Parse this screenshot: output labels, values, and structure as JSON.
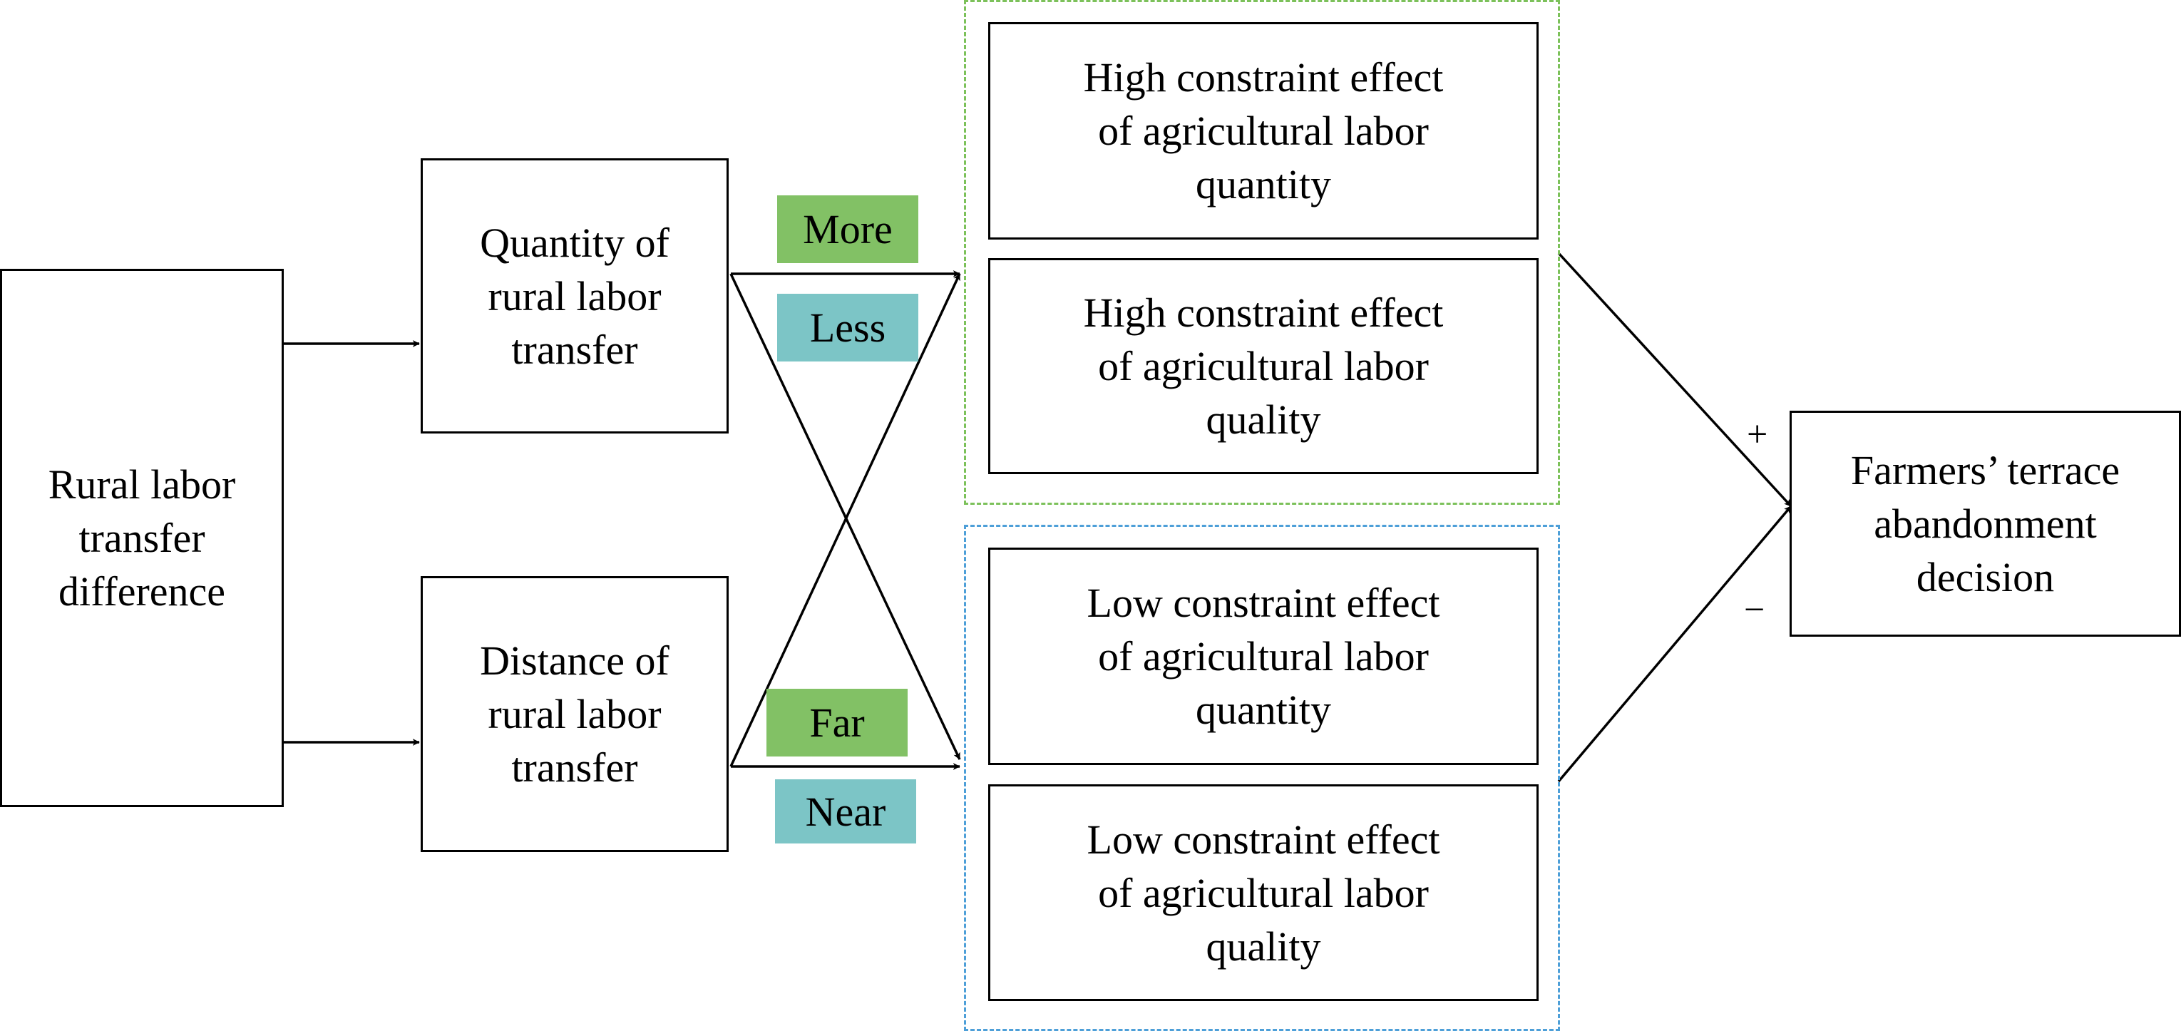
{
  "nodes": {
    "source": "Rural labor\ntransfer\ndifference",
    "quantity": "Quantity of\nrural labor\ntransfer",
    "distance": "Distance of\nrural labor\ntransfer",
    "high_quantity": "High constraint effect\nof agricultural labor\nquantity",
    "high_quality": "High constraint effect\nof agricultural labor\nquality",
    "low_quantity": "Low constraint effect\nof agricultural labor\nquantity",
    "low_quality": "Low constraint effect\nof agricultural labor\nquality",
    "decision": "Farmers’ terrace\nabandonment\ndecision"
  },
  "tags": {
    "more": "More",
    "less": "Less",
    "far": "Far",
    "near": "Near"
  },
  "signs": {
    "plus": "+",
    "minus": "−"
  },
  "colors": {
    "tag_green": "#82c165",
    "tag_teal": "#7cc5c6",
    "high_group_border": "#7cc15a",
    "low_group_border": "#4d9fd8",
    "line": "#000000"
  }
}
